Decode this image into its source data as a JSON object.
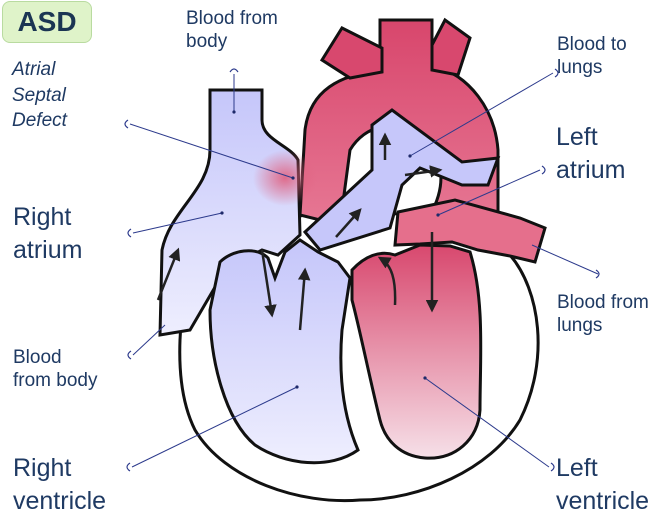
{
  "badge": "ASD",
  "labels": {
    "asd_line1": "Atrial",
    "asd_line2": "Septal",
    "asd_line3": "Defect",
    "body_top_line1": "Blood from",
    "body_top_line2": "body",
    "lungs_top_line1": "Blood to",
    "lungs_top_line2": "lungs",
    "left_atrium_line1": "Left",
    "left_atrium_line2": "atrium",
    "right_atrium_line1": "Right",
    "right_atrium_line2": "atrium",
    "lungs_right_line1": "Blood from",
    "lungs_right_line2": "lungs",
    "body_bottom_line1": "Blood",
    "body_bottom_line2": "from body",
    "right_ventricle_line1": "Right",
    "right_ventricle_line2": "ventricle",
    "left_ventricle_line1": "Left",
    "left_ventricle_line2": "ventricle"
  },
  "colors": {
    "deoxygenated": "#cfd0fb",
    "oxygenated": "#df5d80",
    "label_text": "#1f3a63",
    "leader_line": "#2c3a8c",
    "badge_fill": "#dff3c9"
  }
}
